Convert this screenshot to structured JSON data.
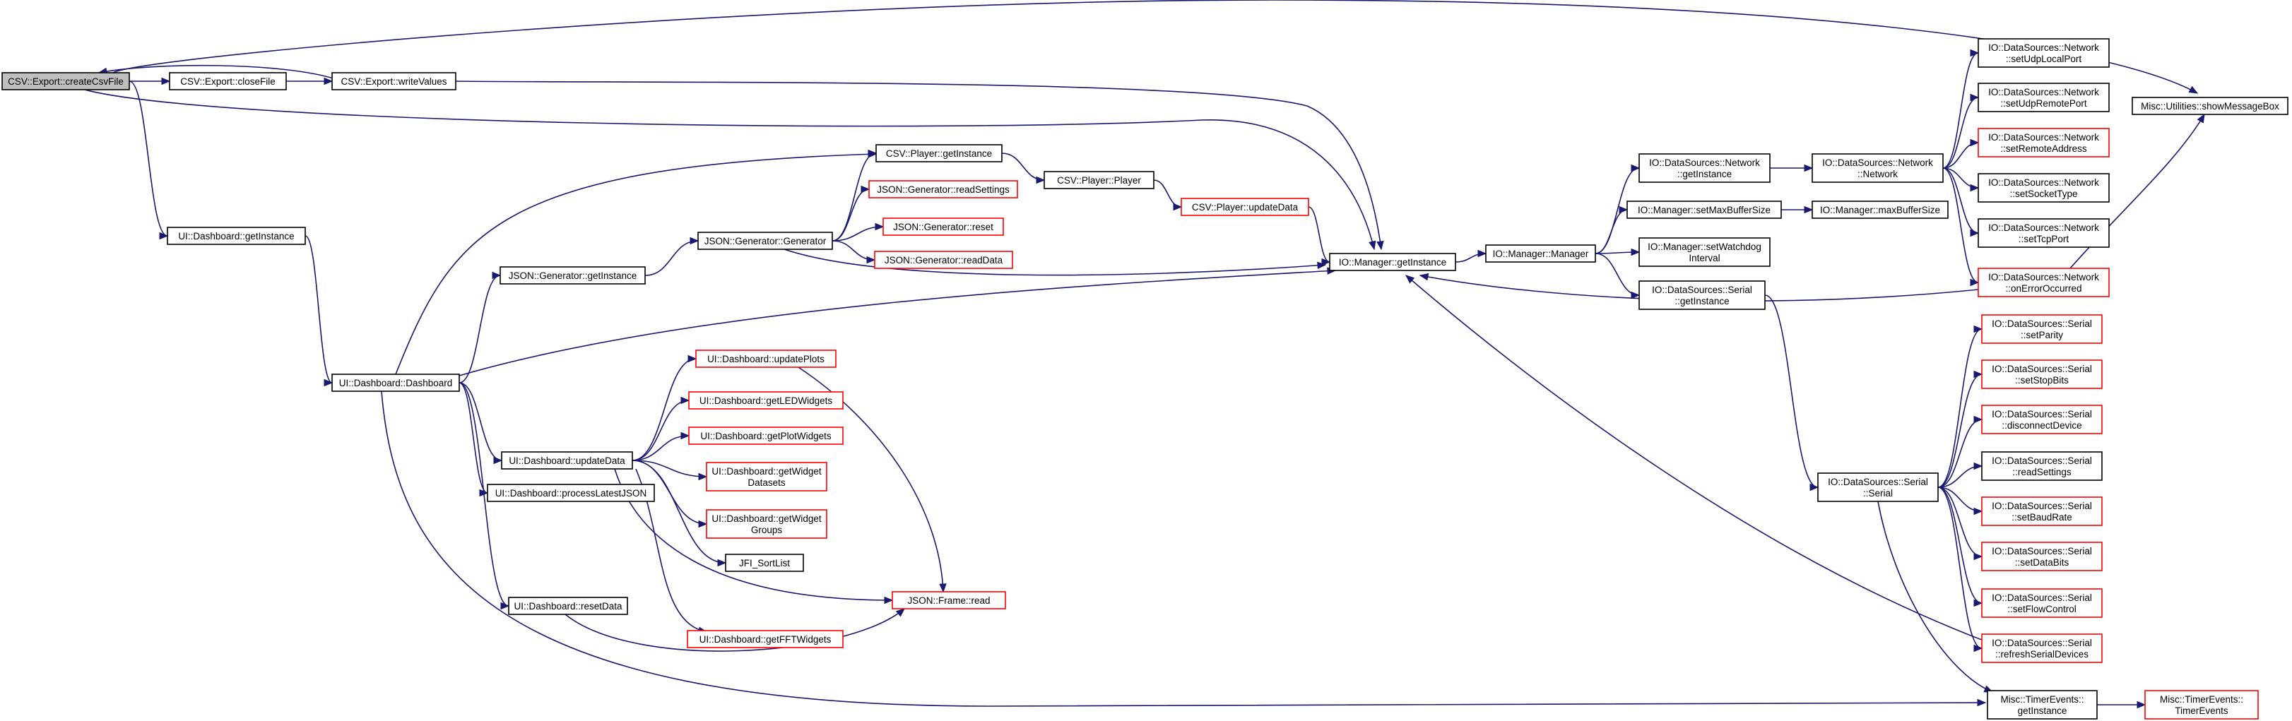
{
  "graph": {
    "nodes": [
      {
        "id": "createCsvFile",
        "lines": [
          "CSV::Export::createCsvFile"
        ],
        "style": "root"
      },
      {
        "id": "closeFile",
        "lines": [
          "CSV::Export::closeFile"
        ],
        "style": "black"
      },
      {
        "id": "writeValues",
        "lines": [
          "CSV::Export::writeValues"
        ],
        "style": "black"
      },
      {
        "id": "dashGetInstance",
        "lines": [
          "UI::Dashboard::getInstance"
        ],
        "style": "black"
      },
      {
        "id": "dashboard",
        "lines": [
          "UI::Dashboard::Dashboard"
        ],
        "style": "black"
      },
      {
        "id": "jsonGenGetInstance",
        "lines": [
          "JSON::Generator::getInstance"
        ],
        "style": "black"
      },
      {
        "id": "jsonGenerator",
        "lines": [
          "JSON::Generator::Generator"
        ],
        "style": "black"
      },
      {
        "id": "playerGetInstance",
        "lines": [
          "CSV::Player::getInstance"
        ],
        "style": "black"
      },
      {
        "id": "jsonReadSettings",
        "lines": [
          "JSON::Generator::readSettings"
        ],
        "style": "red"
      },
      {
        "id": "jsonReset",
        "lines": [
          "JSON::Generator::reset"
        ],
        "style": "red"
      },
      {
        "id": "jsonReadData",
        "lines": [
          "JSON::Generator::readData"
        ],
        "style": "red"
      },
      {
        "id": "csvPlayer",
        "lines": [
          "CSV::Player::Player"
        ],
        "style": "black"
      },
      {
        "id": "playerUpdateData",
        "lines": [
          "CSV::Player::updateData"
        ],
        "style": "red"
      },
      {
        "id": "ioGetInstance",
        "lines": [
          "IO::Manager::getInstance"
        ],
        "style": "black"
      },
      {
        "id": "ioManager",
        "lines": [
          "IO::Manager::Manager"
        ],
        "style": "black"
      },
      {
        "id": "netGetInstance",
        "lines": [
          "IO::DataSources::Network",
          "::getInstance"
        ],
        "style": "black"
      },
      {
        "id": "setMaxBufferSize",
        "lines": [
          "IO::Manager::setMaxBufferSize"
        ],
        "style": "black"
      },
      {
        "id": "maxBufferSize",
        "lines": [
          "IO::Manager::maxBufferSize"
        ],
        "style": "black"
      },
      {
        "id": "setWatchdog",
        "lines": [
          "IO::Manager::setWatchdog",
          "Interval"
        ],
        "style": "black"
      },
      {
        "id": "serialGetInstance",
        "lines": [
          "IO::DataSources::Serial",
          "::getInstance"
        ],
        "style": "black"
      },
      {
        "id": "network",
        "lines": [
          "IO::DataSources::Network",
          "::Network"
        ],
        "style": "black"
      },
      {
        "id": "setUdpLocalPort",
        "lines": [
          "IO::DataSources::Network",
          "::setUdpLocalPort"
        ],
        "style": "black"
      },
      {
        "id": "setUdpRemotePort",
        "lines": [
          "IO::DataSources::Network",
          "::setUdpRemotePort"
        ],
        "style": "black"
      },
      {
        "id": "setRemoteAddress",
        "lines": [
          "IO::DataSources::Network",
          "::setRemoteAddress"
        ],
        "style": "red"
      },
      {
        "id": "setSocketType",
        "lines": [
          "IO::DataSources::Network",
          "::setSocketType"
        ],
        "style": "black"
      },
      {
        "id": "setTcpPort",
        "lines": [
          "IO::DataSources::Network",
          "::setTcpPort"
        ],
        "style": "black"
      },
      {
        "id": "onErrorOccurred",
        "lines": [
          "IO::DataSources::Network",
          "::onErrorOccurred"
        ],
        "style": "red"
      },
      {
        "id": "showMessageBox",
        "lines": [
          "Misc::Utilities::showMessageBox"
        ],
        "style": "black"
      },
      {
        "id": "serialSetParity",
        "lines": [
          "IO::DataSources::Serial",
          "::setParity"
        ],
        "style": "red"
      },
      {
        "id": "serialSetStopBits",
        "lines": [
          "IO::DataSources::Serial",
          "::setStopBits"
        ],
        "style": "red"
      },
      {
        "id": "serialDisconnect",
        "lines": [
          "IO::DataSources::Serial",
          "::disconnectDevice"
        ],
        "style": "red"
      },
      {
        "id": "serialReadSettings",
        "lines": [
          "IO::DataSources::Serial",
          "::readSettings"
        ],
        "style": "black"
      },
      {
        "id": "serialSetBaudRate",
        "lines": [
          "IO::DataSources::Serial",
          "::setBaudRate"
        ],
        "style": "red"
      },
      {
        "id": "serialSetDataBits",
        "lines": [
          "IO::DataSources::Serial",
          "::setDataBits"
        ],
        "style": "red"
      },
      {
        "id": "serialSetFlowControl",
        "lines": [
          "IO::DataSources::Serial",
          "::setFlowControl"
        ],
        "style": "red"
      },
      {
        "id": "serialRefresh",
        "lines": [
          "IO::DataSources::Serial",
          "::refreshSerialDevices"
        ],
        "style": "red"
      },
      {
        "id": "serial",
        "lines": [
          "IO::DataSources::Serial",
          "::Serial"
        ],
        "style": "black"
      },
      {
        "id": "timerGetInstance",
        "lines": [
          "Misc::TimerEvents::",
          "getInstance"
        ],
        "style": "black"
      },
      {
        "id": "timerEvents",
        "lines": [
          "Misc::TimerEvents::",
          "TimerEvents"
        ],
        "style": "red"
      },
      {
        "id": "dashUpdatePlots",
        "lines": [
          "UI::Dashboard::updatePlots"
        ],
        "style": "red"
      },
      {
        "id": "dashGetLED",
        "lines": [
          "UI::Dashboard::getLEDWidgets"
        ],
        "style": "red"
      },
      {
        "id": "dashGetPlot",
        "lines": [
          "UI::Dashboard::getPlotWidgets"
        ],
        "style": "red"
      },
      {
        "id": "dashUpdateData",
        "lines": [
          "UI::Dashboard::updateData"
        ],
        "style": "black"
      },
      {
        "id": "dashGetWidgetDatasets",
        "lines": [
          "UI::Dashboard::getWidget",
          "Datasets"
        ],
        "style": "red"
      },
      {
        "id": "dashProcessJSON",
        "lines": [
          "UI::Dashboard::processLatestJSON"
        ],
        "style": "black"
      },
      {
        "id": "dashGetWidgetGroups",
        "lines": [
          "UI::Dashboard::getWidget",
          "Groups"
        ],
        "style": "red"
      },
      {
        "id": "jflSortList",
        "lines": [
          "JFI_SortList"
        ],
        "style": "black"
      },
      {
        "id": "dashResetData",
        "lines": [
          "UI::Dashboard::resetData"
        ],
        "style": "black"
      },
      {
        "id": "frameRead",
        "lines": [
          "JSON::Frame::read"
        ],
        "style": "red"
      },
      {
        "id": "dashGetFFT",
        "lines": [
          "UI::Dashboard::getFFTWidgets"
        ],
        "style": "red"
      }
    ],
    "edges": [
      [
        "createCsvFile",
        "closeFile"
      ],
      [
        "closeFile",
        "writeValues"
      ],
      [
        "writeValues",
        "createCsvFile"
      ],
      [
        "createCsvFile",
        "showMessageBox"
      ],
      [
        "createCsvFile",
        "ioGetInstance"
      ],
      [
        "writeValues",
        "ioGetInstance"
      ],
      [
        "createCsvFile",
        "dashGetInstance"
      ],
      [
        "dashGetInstance",
        "dashboard"
      ],
      [
        "dashboard",
        "playerGetInstance"
      ],
      [
        "dashboard",
        "jsonGenGetInstance"
      ],
      [
        "jsonGenGetInstance",
        "jsonGenerator"
      ],
      [
        "jsonGenerator",
        "playerGetInstance"
      ],
      [
        "jsonGenerator",
        "jsonReadSettings"
      ],
      [
        "jsonGenerator",
        "jsonReset"
      ],
      [
        "jsonGenerator",
        "jsonReadData"
      ],
      [
        "jsonGenerator",
        "ioGetInstance"
      ],
      [
        "playerGetInstance",
        "csvPlayer"
      ],
      [
        "csvPlayer",
        "playerUpdateData"
      ],
      [
        "playerUpdateData",
        "ioGetInstance"
      ],
      [
        "dashboard",
        "ioGetInstance"
      ],
      [
        "ioGetInstance",
        "ioManager"
      ],
      [
        "ioManager",
        "netGetInstance"
      ],
      [
        "ioManager",
        "setMaxBufferSize"
      ],
      [
        "ioManager",
        "setWatchdog"
      ],
      [
        "ioManager",
        "serialGetInstance"
      ],
      [
        "setMaxBufferSize",
        "maxBufferSize"
      ],
      [
        "netGetInstance",
        "network"
      ],
      [
        "network",
        "setUdpLocalPort"
      ],
      [
        "network",
        "setUdpRemotePort"
      ],
      [
        "network",
        "setRemoteAddress"
      ],
      [
        "network",
        "setSocketType"
      ],
      [
        "network",
        "setTcpPort"
      ],
      [
        "network",
        "onErrorOccurred"
      ],
      [
        "onErrorOccurred",
        "showMessageBox"
      ],
      [
        "onErrorOccurred",
        "ioGetInstance"
      ],
      [
        "serialGetInstance",
        "serial"
      ],
      [
        "serial",
        "serialSetParity"
      ],
      [
        "serial",
        "serialSetStopBits"
      ],
      [
        "serial",
        "serialDisconnect"
      ],
      [
        "serial",
        "serialReadSettings"
      ],
      [
        "serial",
        "serialSetBaudRate"
      ],
      [
        "serial",
        "serialSetDataBits"
      ],
      [
        "serial",
        "serialSetFlowControl"
      ],
      [
        "serial",
        "serialRefresh"
      ],
      [
        "serial",
        "timerGetInstance"
      ],
      [
        "serialRefresh",
        "ioGetInstance"
      ],
      [
        "timerGetInstance",
        "timerEvents"
      ],
      [
        "dashboard",
        "dashUpdateData"
      ],
      [
        "dashboard",
        "dashProcessJSON"
      ],
      [
        "dashboard",
        "dashResetData"
      ],
      [
        "dashboard",
        "timerGetInstance"
      ],
      [
        "dashUpdateData",
        "dashUpdatePlots"
      ],
      [
        "dashUpdateData",
        "dashGetLED"
      ],
      [
        "dashUpdateData",
        "dashGetPlot"
      ],
      [
        "dashUpdateData",
        "dashGetWidgetDatasets"
      ],
      [
        "dashUpdateData",
        "dashGetWidgetGroups"
      ],
      [
        "dashUpdateData",
        "jflSortList"
      ],
      [
        "dashUpdateData",
        "frameRead"
      ],
      [
        "dashUpdateData",
        "dashGetFFT"
      ],
      [
        "dashUpdatePlots",
        "frameRead"
      ],
      [
        "dashResetData",
        "frameRead"
      ]
    ]
  }
}
